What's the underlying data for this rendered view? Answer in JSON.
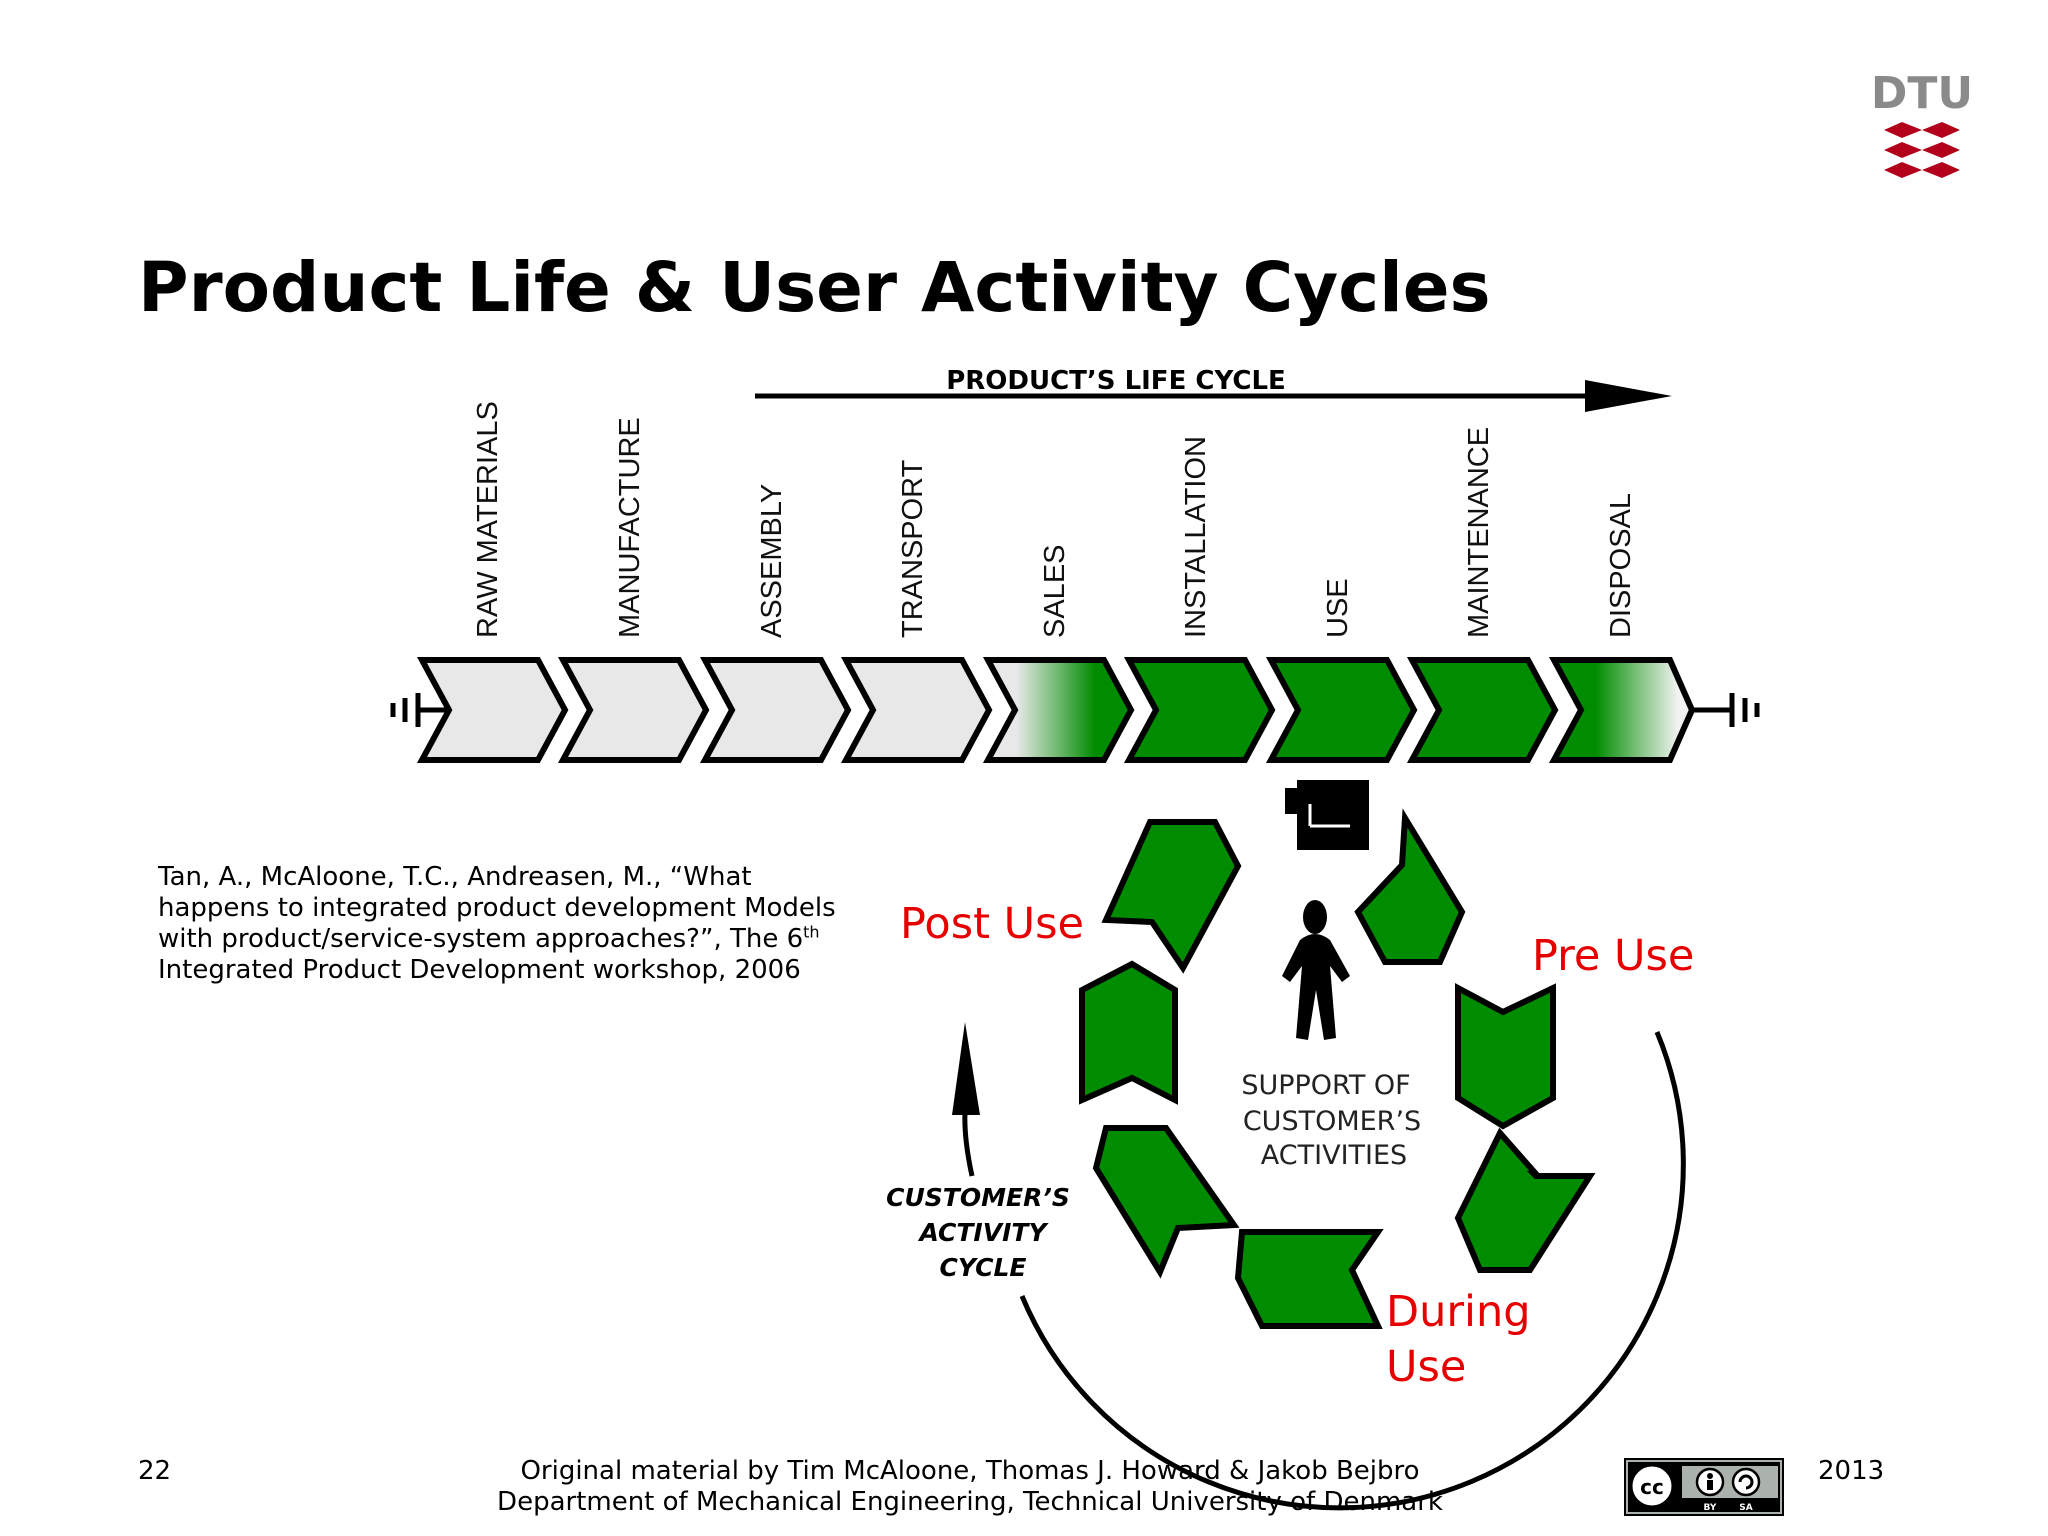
{
  "slide": {
    "title": "Product Life & User Activity Cycles",
    "number": "22",
    "year": "2013"
  },
  "logo": {
    "text": "DTU",
    "color": "#b3001b"
  },
  "diagram": {
    "life_cycle_label": "PRODUCT’S LIFE CYCLE",
    "phases": [
      {
        "label": "RAW MATERIALS",
        "fill": "grey"
      },
      {
        "label": "MANUFACTURE",
        "fill": "grey"
      },
      {
        "label": "ASSEMBLY",
        "fill": "grey"
      },
      {
        "label": "TRANSPORT",
        "fill": "grey"
      },
      {
        "label": "SALES",
        "fill": "grey-to-green"
      },
      {
        "label": "INSTALLATION",
        "fill": "green"
      },
      {
        "label": "USE",
        "fill": "green"
      },
      {
        "label": "MAINTENANCE",
        "fill": "green"
      },
      {
        "label": "DISPOSAL",
        "fill": "green-to-white"
      }
    ],
    "post_use": "Post Use",
    "pre_use": "Pre Use",
    "during_use_line1": "During",
    "during_use_line2": "Use",
    "support_line1": "SUPPORT OF",
    "support_line2": "CUSTOMER’S",
    "support_line3": "ACTIVITIES",
    "activity_line1": "CUSTOMER’S",
    "activity_line2": "ACTIVITY",
    "activity_line3": "CYCLE",
    "colors": {
      "green": "#008c00",
      "grey": "#e8e8e8",
      "red": "#e60000"
    }
  },
  "citation": {
    "line1": "Tan, A., McAloone, T.C., Andreasen, M., “What",
    "line2": "happens to integrated product development Models",
    "line3a": "with product/service-system approaches?”, The 6",
    "line3sup": "th",
    "line4": "Integrated Product Development workshop, 2006"
  },
  "footer": {
    "line1": "Original material by Tim McAloone, Thomas J. Howard & Jakob Bejbro",
    "line2": "Department of Mechanical Engineering, Technical University of Denmark",
    "license_icons": [
      "cc-icon",
      "by-icon",
      "sa-icon"
    ],
    "license_by": "BY",
    "license_sa": "SA"
  }
}
